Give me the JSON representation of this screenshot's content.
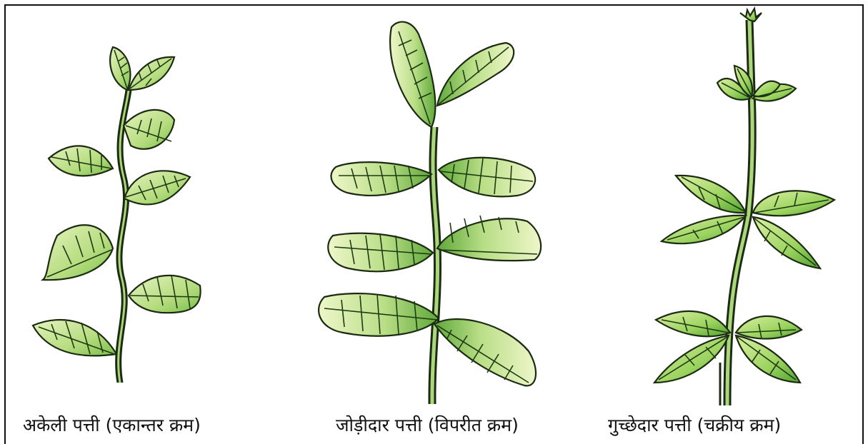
{
  "panels": [
    {
      "caption": "अकेली पत्ती (एकान्तर क्रम)",
      "arrangement": "alternate"
    },
    {
      "caption": "जोड़ीदार पत्ती (विपरीत क्रम)",
      "arrangement": "opposite"
    },
    {
      "caption": "गुच्छेदार पत्ती (चक्रीय क्रम)",
      "arrangement": "whorled"
    }
  ],
  "colors": {
    "leaf_light": "#d9ecae",
    "leaf_mid": "#a6d46c",
    "leaf_dark": "#5fa83a",
    "outline": "#1c2a12"
  }
}
